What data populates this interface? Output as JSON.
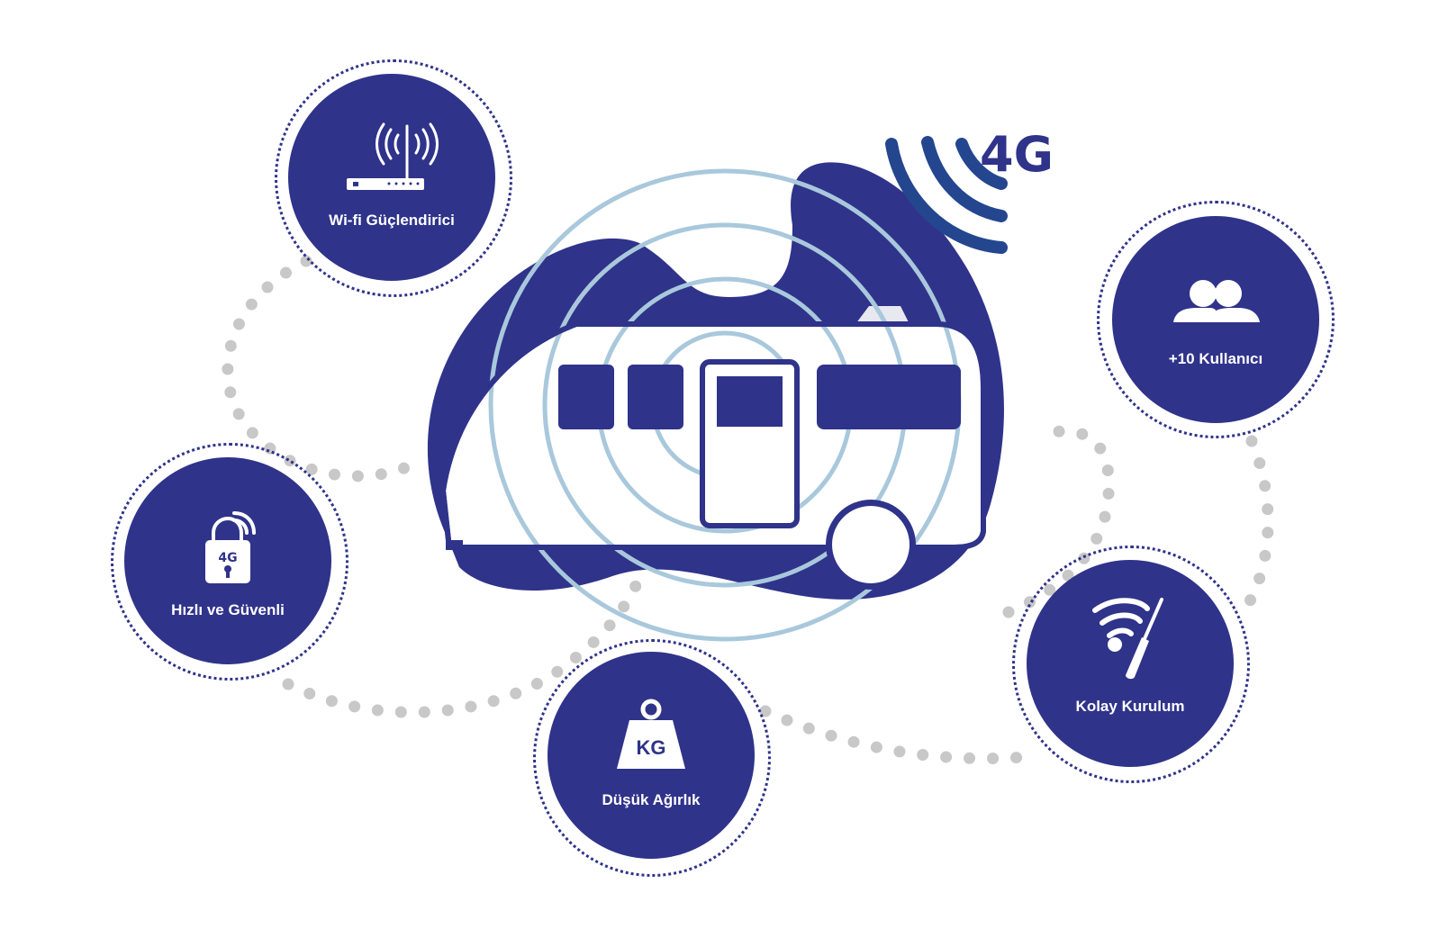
{
  "brand": {
    "primary_color": "#2f338a",
    "signal_color": "#24468f",
    "wave_color": "#a9c8dc",
    "dot_color": "#c8c8c8"
  },
  "center": {
    "network_badge": "4G",
    "illustration": "caravan-icon"
  },
  "features": [
    {
      "id": "wifi",
      "label": "Wi-fi Güçlendirici",
      "icon": "router-icon"
    },
    {
      "id": "users",
      "label": "+10 Kullanıcı",
      "icon": "users-icon"
    },
    {
      "id": "secure",
      "label": "Hızlı ve Güvenli",
      "icon": "lock-4g-icon",
      "icon_text": "4G"
    },
    {
      "id": "weight",
      "label": "Düşük Ağırlık",
      "icon": "weight-icon",
      "icon_text": "KG"
    },
    {
      "id": "install",
      "label": "Kolay Kurulum",
      "icon": "wifi-screwdriver-icon"
    }
  ]
}
